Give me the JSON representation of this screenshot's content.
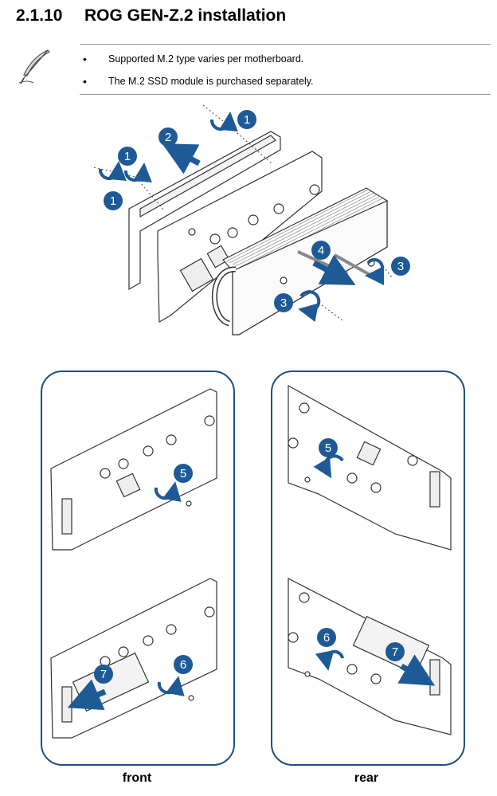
{
  "section": {
    "number": "2.1.10",
    "title": "ROG GEN-Z.2 installation"
  },
  "notes": [
    "Supported M.2 type varies per motherboard.",
    "The M.2 SSD module is purchased separately."
  ],
  "steps": {
    "s1": "1",
    "s2": "2",
    "s3": "3",
    "s4": "4",
    "s5": "5",
    "s6": "6",
    "s7": "7"
  },
  "captions": {
    "front": "front",
    "rear": "rear"
  },
  "colors": {
    "step_badge": "#1e5a96",
    "panel_border": "#1f4f82",
    "arrow": "#1e5a96"
  },
  "icons": [
    "note-feather-icon"
  ]
}
